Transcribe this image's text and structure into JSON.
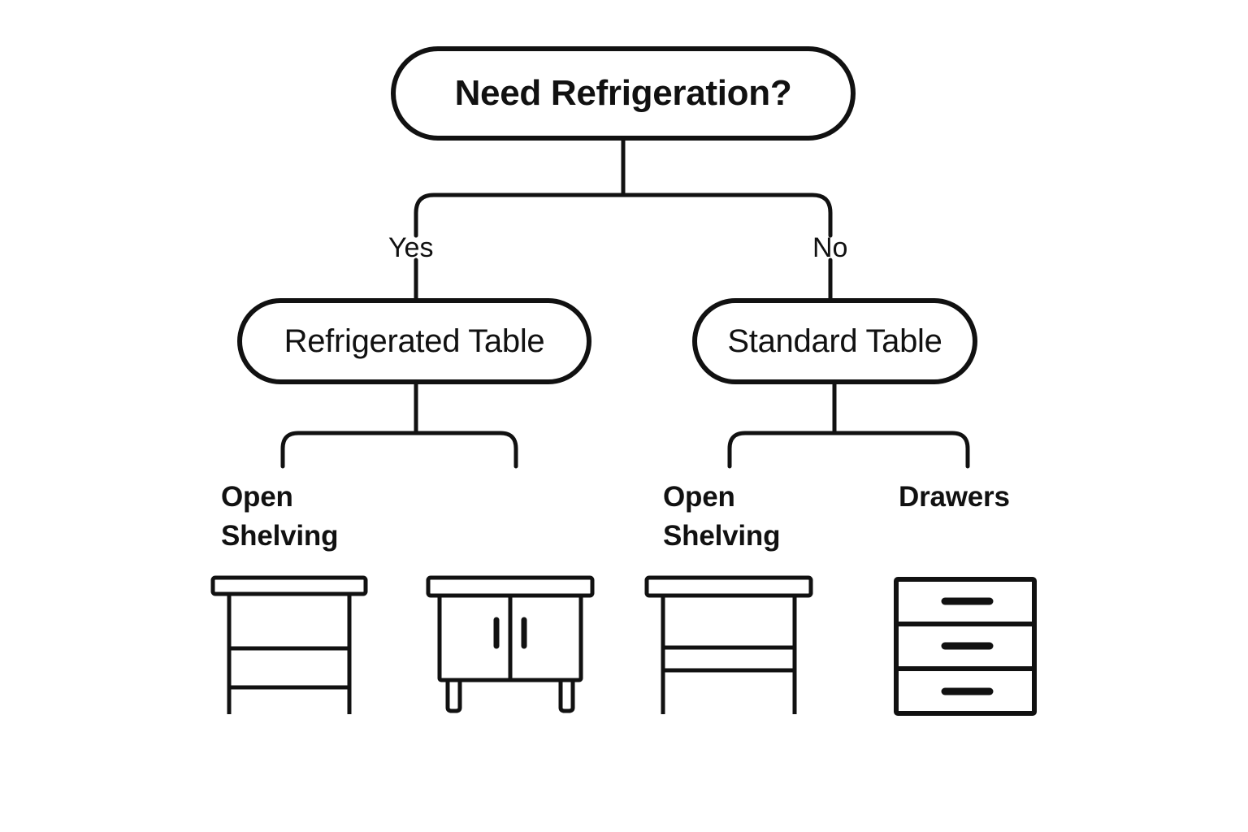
{
  "diagram": {
    "type": "decision-tree",
    "background_color": "#ffffff",
    "line_color": "#111111",
    "text_color": "#111111",
    "root": {
      "label": "Need Refrigeration?"
    },
    "edges": [
      {
        "label": "Yes",
        "target": "Refrigerated Table"
      },
      {
        "label": "No",
        "target": "Standard Table"
      }
    ],
    "branches": [
      {
        "node_label": "Refrigerated Table",
        "leaves": [
          {
            "label": "Open\nShelving",
            "icon": "open-shelving-table-icon"
          },
          {
            "label": "",
            "icon": "two-door-cabinet-icon"
          }
        ]
      },
      {
        "node_label": "Standard Table",
        "leaves": [
          {
            "label": "Open\nShelving",
            "icon": "open-shelving-table-icon"
          },
          {
            "label": "Drawers",
            "icon": "three-drawer-unit-icon"
          }
        ]
      }
    ],
    "leaf_labels": [
      "Open\nShelving",
      "Open\nShelving",
      "Drawers"
    ],
    "icons": [
      "open-shelving-table-icon",
      "two-door-cabinet-icon",
      "open-shelving-table-icon",
      "three-drawer-unit-icon"
    ]
  }
}
